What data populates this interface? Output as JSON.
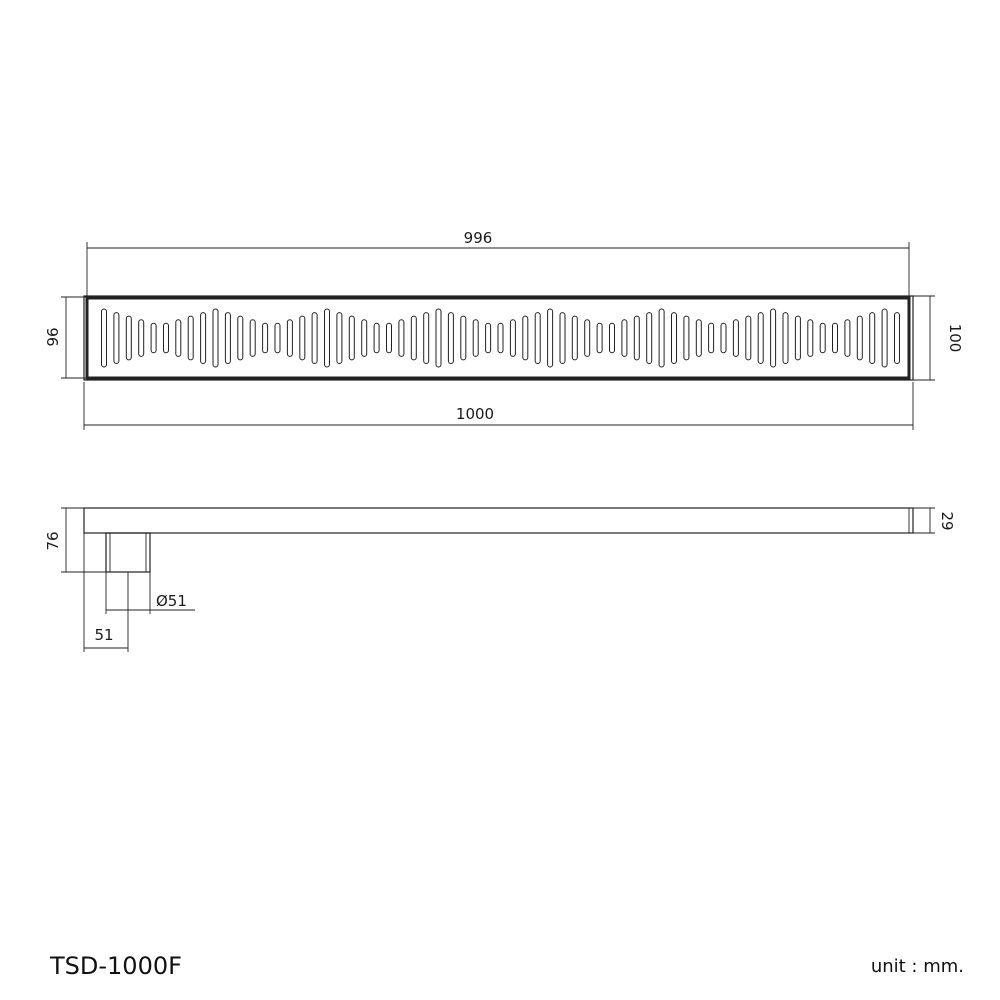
{
  "drawing": {
    "model": "TSD-1000F",
    "unit": "unit : mm.",
    "top_view": {
      "grate_width": "996",
      "overall_length": "1000",
      "grate_height": "96",
      "overall_height": "100"
    },
    "side_view": {
      "total_height": "76",
      "profile_height": "29",
      "outlet_diameter": "Ø51",
      "outlet_offset": "51"
    }
  }
}
